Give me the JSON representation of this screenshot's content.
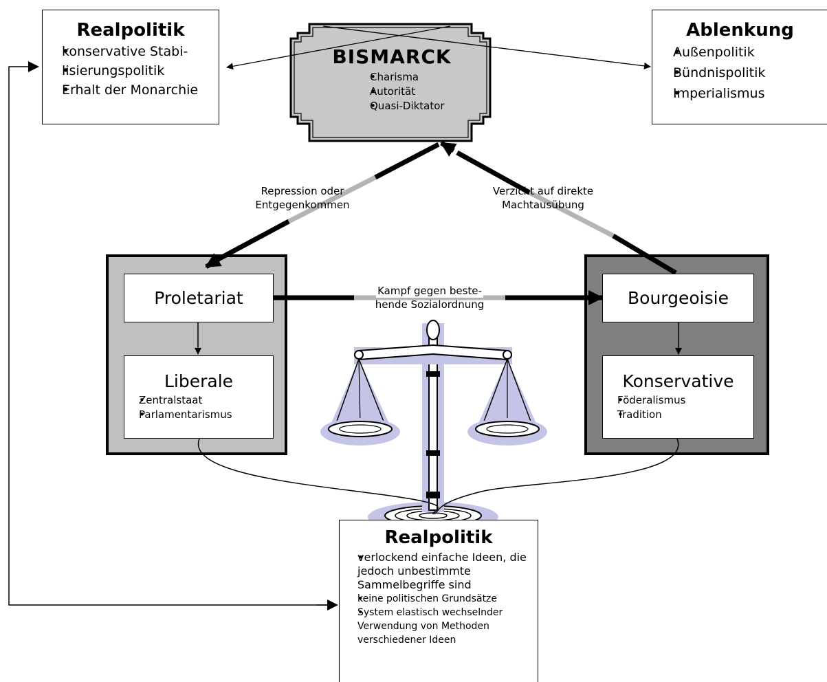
{
  "realpolitik_top": {
    "title": "Realpolitik",
    "items": [
      "konservative Stabi-",
      "lisierungspolitik",
      "Erhalt der Monarchie"
    ]
  },
  "ablenkung": {
    "title": "Ablenkung",
    "items": [
      "Außenpolitik",
      "Bündnispolitik",
      "Imperialismus"
    ]
  },
  "bismarck": {
    "title": "BISMARCK",
    "items": [
      "Charisma",
      "Autorität",
      "Quasi-Diktator"
    ]
  },
  "arrows": {
    "left_label": [
      "Repression oder",
      "Entgegenkommen"
    ],
    "right_label": [
      "Verzicht auf direkte",
      "Machtausübung"
    ],
    "center_label": [
      "Kampf gegen beste-",
      "hende Sozialordnung"
    ]
  },
  "proletariat": {
    "title": "Proletariat"
  },
  "liberale": {
    "title": "Liberale",
    "items": [
      "Zentralstaat",
      "Parlamentarismus"
    ]
  },
  "bourgeoisie": {
    "title": "Bourgeoisie"
  },
  "konservative": {
    "title": "Konservative",
    "items": [
      "Föderalismus",
      "Tradition"
    ]
  },
  "realpolitik_bottom": {
    "title": "Realpolitik",
    "items": [
      "verlockend einfache Ideen, die jedoch unbestimmte Sammelbegriffe sind",
      "keine politischen Grundsätze",
      "System elastisch wechselnder Verwendung von Methoden verschiedener Ideen"
    ]
  },
  "colors": {
    "bismarck_fill": "#c8c8c8",
    "left_group_fill": "#c0c0c0",
    "right_group_fill": "#7f7f7f",
    "arrow_gray": "#b4b4b4",
    "scale_glow": "#c4c4e6"
  }
}
